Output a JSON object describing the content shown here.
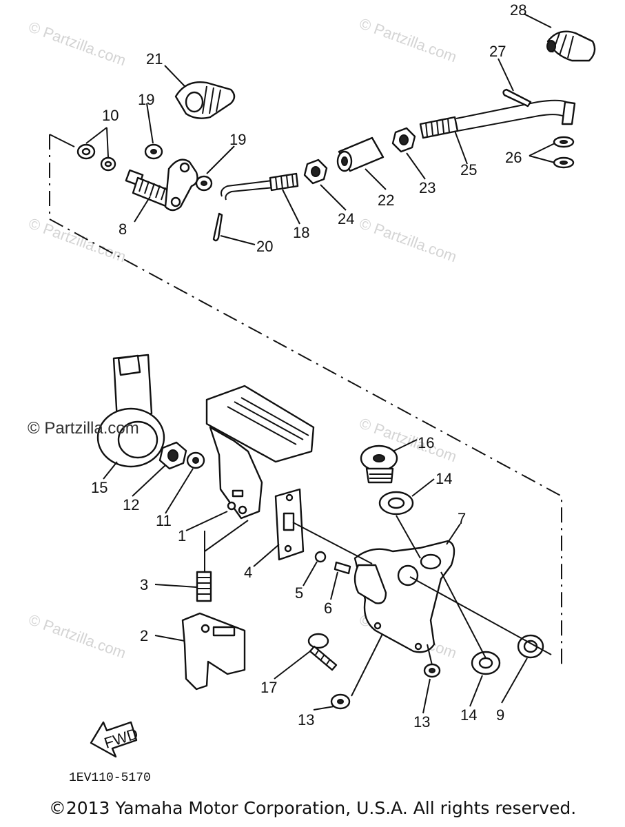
{
  "watermark": "© Partzilla.com",
  "watermark_prominent": "© Partzilla.com",
  "fwd_label": "FWD",
  "diagram_code": "1EV110-5170",
  "copyright": "©2013 Yamaha Motor Corporation, U.S.A. All rights reserved.",
  "callouts": {
    "c1": "1",
    "c2": "2",
    "c3": "3",
    "c4": "4",
    "c5": "5",
    "c6": "6",
    "c7": "7",
    "c8": "8",
    "c9": "9",
    "c10": "10",
    "c11": "11",
    "c12": "12",
    "c13a": "13",
    "c13b": "13",
    "c14a": "14",
    "c14b": "14",
    "c15": "15",
    "c16": "16",
    "c17": "17",
    "c18": "18",
    "c19a": "19",
    "c19b": "19",
    "c20": "20",
    "c21": "21",
    "c22": "22",
    "c23": "23",
    "c24": "24",
    "c25": "25",
    "c26": "26",
    "c27": "27",
    "c28": "28"
  }
}
